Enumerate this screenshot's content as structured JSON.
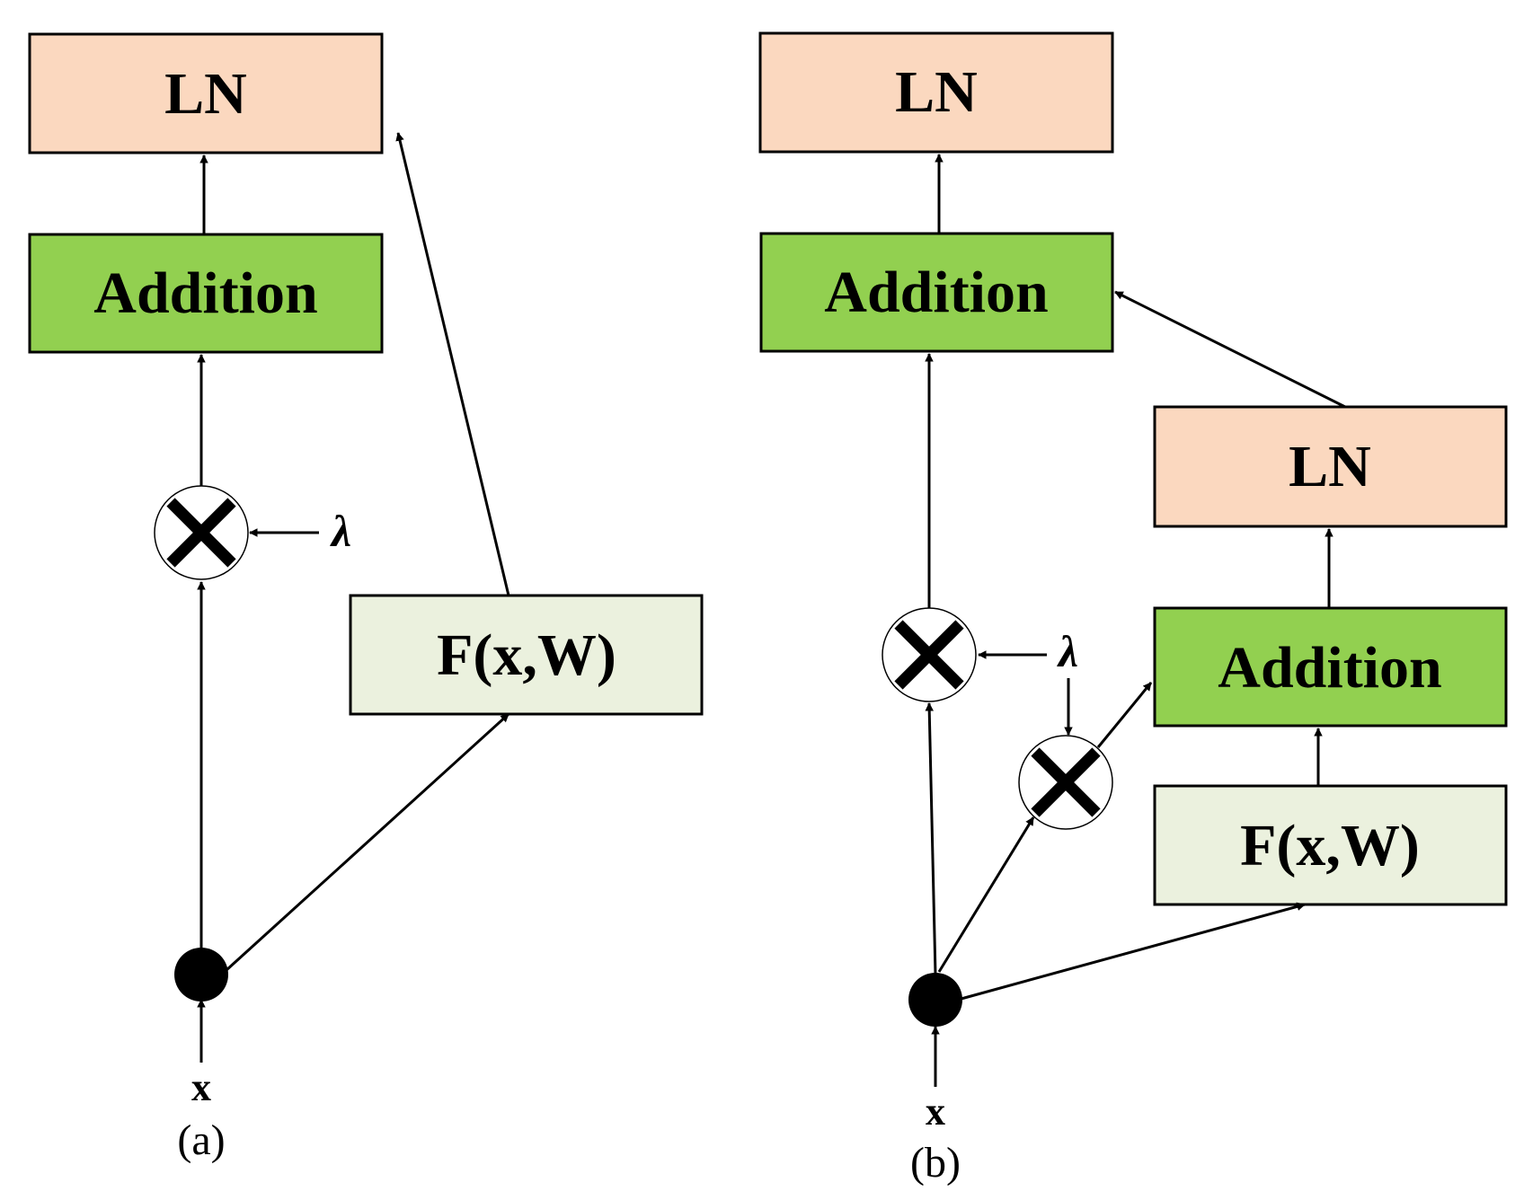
{
  "colors": {
    "ln_fill": "#fbd8bf",
    "addition_fill": "#92d050",
    "fxw_fill": "#ebf1de",
    "stroke": "#000000"
  },
  "labels": {
    "ln": "LN",
    "addition": "Addition",
    "fxw": "F(x,W)",
    "lambda": "λ",
    "input_x": "x",
    "caption_a": "(a)",
    "caption_b": "(b)"
  },
  "icons": {
    "multiply": "multiply-icon",
    "input_node": "filled-circle-node"
  }
}
